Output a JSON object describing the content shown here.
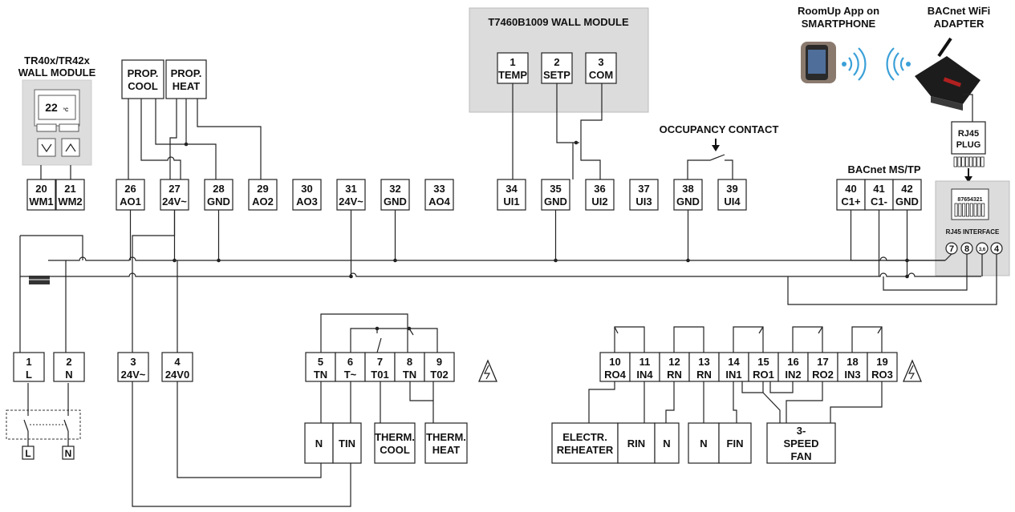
{
  "diagram": {
    "title_wall_module_tr": [
      "TR40x/TR42x",
      "WALL MODULE"
    ],
    "display_reading": {
      "value": "22",
      "unit": "°C"
    },
    "title_t7460": "T7460B1009 WALL MODULE",
    "t7460_terminals": [
      {
        "num": "1",
        "label": "TEMP"
      },
      {
        "num": "2",
        "label": "SETP"
      },
      {
        "num": "3",
        "label": "COM"
      }
    ],
    "app_label": [
      "RoomUp App on",
      "SMARTPHONE"
    ],
    "adapter_label": [
      "BACnet WiFi",
      "ADAPTER"
    ],
    "rj45_plug_label": [
      "RJ45",
      "PLUG"
    ],
    "bacnet_label": "BACnet MS/TP",
    "rj45_interface": {
      "label": "RJ45 INTERFACE",
      "pins": "87654321",
      "circles": [
        "7",
        "8",
        "3,6",
        "4"
      ]
    },
    "occupancy_label": "OCCUPANCY CONTACT",
    "prop_cool": [
      "PROP.",
      "COOL"
    ],
    "prop_heat": [
      "PROP.",
      "HEAT"
    ],
    "top_terminals": [
      {
        "num": "20",
        "label": "WM1"
      },
      {
        "num": "21",
        "label": "WM2"
      },
      {
        "num": "26",
        "label": "AO1"
      },
      {
        "num": "27",
        "label": "24V~"
      },
      {
        "num": "28",
        "label": "GND"
      },
      {
        "num": "29",
        "label": "AO2"
      },
      {
        "num": "30",
        "label": "AO3"
      },
      {
        "num": "31",
        "label": "24V~"
      },
      {
        "num": "32",
        "label": "GND"
      },
      {
        "num": "33",
        "label": "AO4"
      },
      {
        "num": "34",
        "label": "UI1"
      },
      {
        "num": "35",
        "label": "GND"
      },
      {
        "num": "36",
        "label": "UI2"
      },
      {
        "num": "37",
        "label": "UI3"
      },
      {
        "num": "38",
        "label": "GND"
      },
      {
        "num": "39",
        "label": "UI4"
      },
      {
        "num": "40",
        "label": "C1+"
      },
      {
        "num": "41",
        "label": "C1-"
      },
      {
        "num": "42",
        "label": "GND"
      }
    ],
    "bottom_left_terminals": [
      {
        "num": "1",
        "label": "L"
      },
      {
        "num": "2",
        "label": "N"
      },
      {
        "num": "3",
        "label": "24V~"
      },
      {
        "num": "4",
        "label": "24V0"
      }
    ],
    "bottom_mid_terminals": [
      {
        "num": "5",
        "label": "TN"
      },
      {
        "num": "6",
        "label": "T~"
      },
      {
        "num": "7",
        "label": "T01"
      },
      {
        "num": "8",
        "label": "TN"
      },
      {
        "num": "9",
        "label": "T02"
      }
    ],
    "bottom_right_terminals": [
      {
        "num": "10",
        "label": "RO4"
      },
      {
        "num": "11",
        "label": "IN4"
      },
      {
        "num": "12",
        "label": "RN"
      },
      {
        "num": "13",
        "label": "RN"
      },
      {
        "num": "14",
        "label": "IN1"
      },
      {
        "num": "15",
        "label": "RO1"
      },
      {
        "num": "16",
        "label": "IN2"
      },
      {
        "num": "17",
        "label": "RO2"
      },
      {
        "num": "18",
        "label": "IN3"
      },
      {
        "num": "19",
        "label": "RO3"
      }
    ],
    "supply_labels": [
      "L",
      "N"
    ],
    "loads_mid": [
      {
        "lines": [
          "N"
        ]
      },
      {
        "lines": [
          "TIN"
        ]
      },
      {
        "lines": [
          "THERM.",
          "COOL"
        ]
      },
      {
        "lines": [
          "THERM.",
          "HEAT"
        ]
      }
    ],
    "loads_right": [
      {
        "lines": [
          "ELECTR.",
          "REHEATER"
        ]
      },
      {
        "lines": [
          "RIN"
        ]
      },
      {
        "lines": [
          "N"
        ]
      },
      {
        "lines": [
          "N"
        ]
      },
      {
        "lines": [
          "FIN"
        ]
      },
      {
        "lines": [
          "3-",
          "SPEED",
          "FAN"
        ]
      }
    ]
  }
}
